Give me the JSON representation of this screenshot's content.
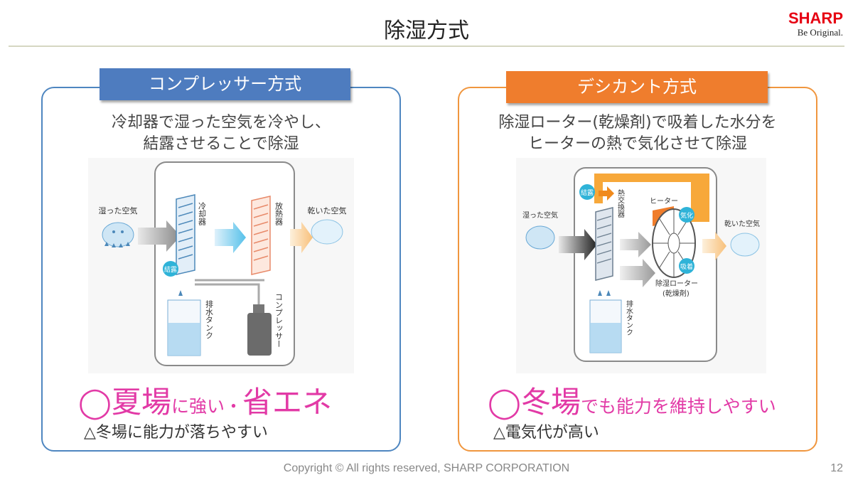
{
  "slide": {
    "title": "除湿方式",
    "page_number": "12",
    "copyright": "Copyright © All rights reserved, SHARP CORPORATION"
  },
  "logo": {
    "brand": "SHARP",
    "tagline": "Be Original."
  },
  "compressor": {
    "heading": "コンプレッサー方式",
    "desc_line1": "冷却器で湿った空気を冷やし、",
    "desc_line2": "結露させることで除湿",
    "merit_big": "◯夏場",
    "merit_small": "に強い・",
    "merit_big2": "省エネ",
    "demerit": "△冬場に能力が落ちやすい",
    "diagram": {
      "wet_air": "湿った空気",
      "cooler": "冷却器",
      "condense": "結露",
      "radiator": "放熱器",
      "dry_air": "乾いた空気",
      "tank": "排水タンク",
      "compressor": "コンプレッサー"
    },
    "accent": "#4e7cbf"
  },
  "desiccant": {
    "heading": "デシカント方式",
    "desc_line1": "除湿ローター(乾燥剤)で吸着した水分を",
    "desc_line2": "ヒーターの熱で気化させて除湿",
    "merit_big": "◯冬場",
    "merit_small": "でも能力を維持しやすい",
    "demerit": "△電気代が高い",
    "diagram": {
      "wet_air": "湿った空気",
      "condense": "結露",
      "exchanger": "熱交換器",
      "heater": "ヒーター",
      "vaporize": "気化",
      "adsorb": "吸着",
      "dry_air": "乾いた空気",
      "rotor": "除湿ローター",
      "rotor_sub": "(乾燥剤)",
      "tank": "排水タンク"
    },
    "accent": "#ef7d2d"
  },
  "colors": {
    "merit_pink": "#e23aa6",
    "logo_red": "#e60012",
    "left_border": "#4e86c0",
    "right_border": "#f0963e"
  }
}
